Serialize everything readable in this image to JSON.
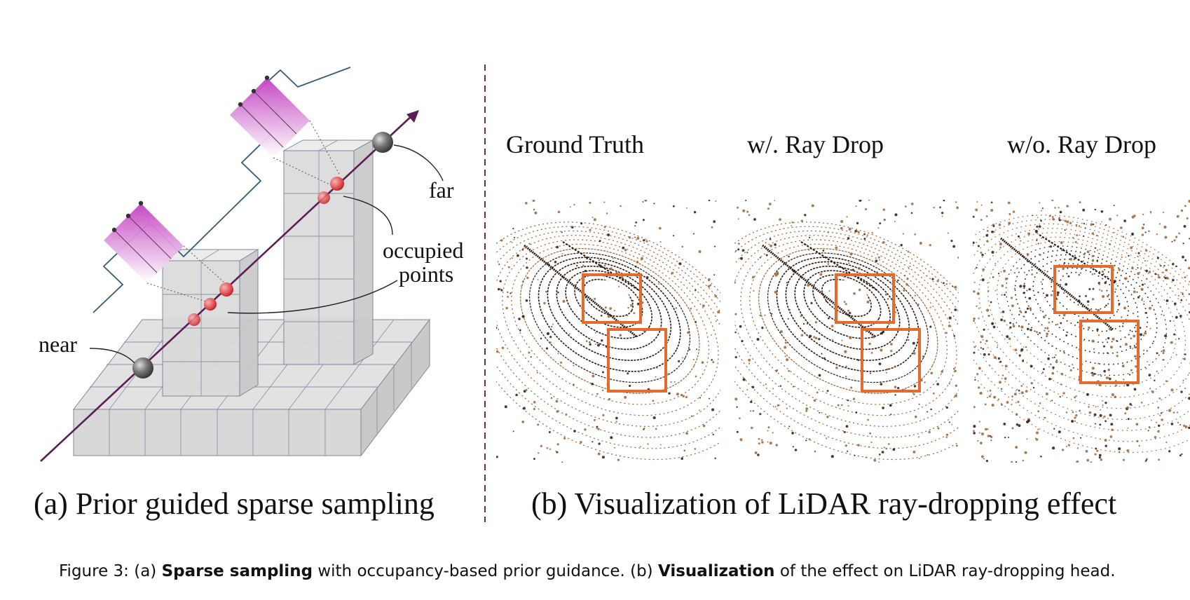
{
  "panel_a": {
    "subcaption": "(a) Prior guided sparse sampling",
    "labels": {
      "near": "near",
      "far": "far",
      "occupied_line1": "occupied",
      "occupied_line2": "points"
    },
    "colors": {
      "ray": "#5a1d55",
      "voxel_face": "#d6d6d6",
      "voxel_edge": "#7d879c",
      "gradient_top": "#c23fc0",
      "gradient_bottom": "#ffffff",
      "occupied_point": "#d9393b",
      "endpoint": "#555555",
      "divider": "#6b2a5a"
    }
  },
  "panel_b": {
    "subcaption": "(b) Visualization of LiDAR ray-dropping effect",
    "views": [
      {
        "title": "Ground Truth"
      },
      {
        "title": "w/. Ray Drop"
      },
      {
        "title": "w/o. Ray Drop"
      }
    ],
    "colors": {
      "points_dark": "#2a1a10",
      "points_light": "#9c6134",
      "highlight_box": "#e46a2e"
    }
  },
  "caption": {
    "prefix": "Figure 3: (a) ",
    "bold1": "Sparse sampling",
    "mid": " with occupancy-based prior guidance. (b) ",
    "bold2": "Visualization",
    "suffix": " of the effect on LiDAR ray-dropping head."
  }
}
